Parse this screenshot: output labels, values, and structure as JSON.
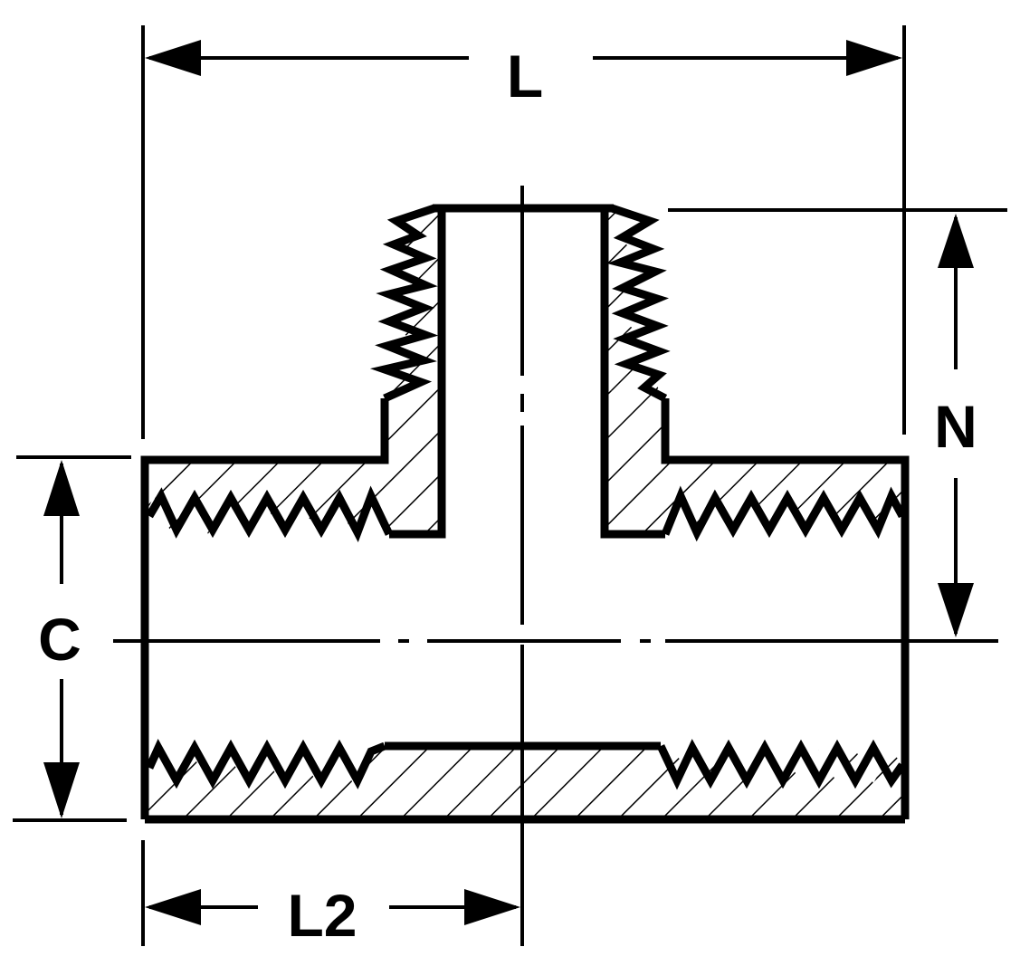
{
  "dimensions": {
    "length": "L",
    "branch_length": "N",
    "center_to_face": "C",
    "half_length": "L2"
  },
  "colors": {
    "line": "#000000",
    "background": "#ffffff"
  }
}
